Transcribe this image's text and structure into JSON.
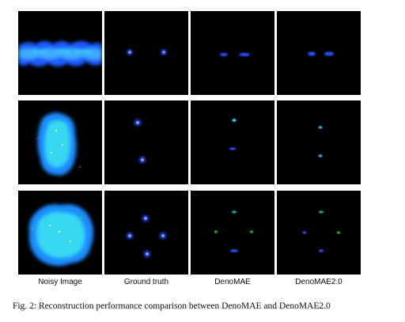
{
  "figure": {
    "columns": [
      "Noisy Image",
      "Ground truth",
      "DenoMAE",
      "DenoMAE2.0"
    ],
    "caption": "Fig. 2: Reconstruction performance comparison between DenoMAE and DenoMAE2.0"
  },
  "colors": {
    "background": "#000000",
    "noise_blue": "#1a5cff",
    "noise_cyan": "#39d8f2",
    "point_blue": "#2a4dff",
    "point_cyan": "#4fe6ff",
    "point_green": "#22cc44"
  }
}
